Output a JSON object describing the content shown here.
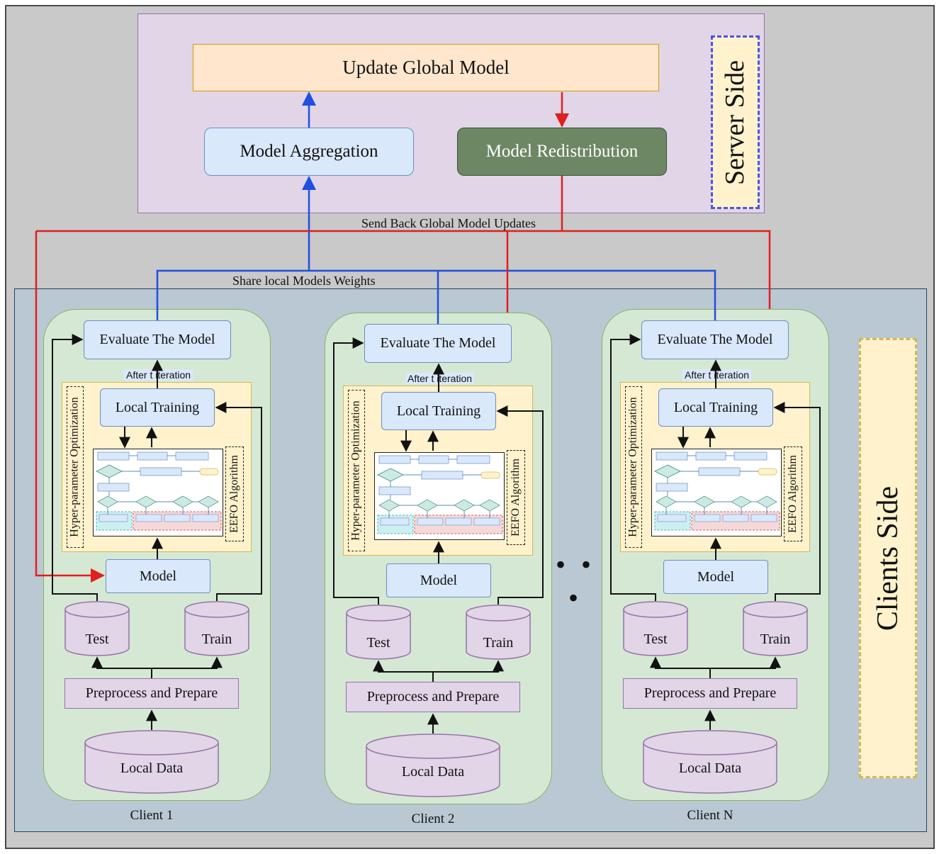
{
  "server": {
    "update_global_model": "Update Global Model",
    "model_aggregation": "Model Aggregation",
    "model_redistribution": "Model Redistribution",
    "side_label": "Server Side"
  },
  "edges": {
    "send_back": "Send Back Global Model Updates",
    "share_weights": "Share local Models Weights"
  },
  "clients_side_label": "Clients Side",
  "ellipsis": "• • •",
  "clients": [
    {
      "name": "Client 1",
      "evaluate": "Evaluate The Model",
      "after_iteration": "After t iteration",
      "local_training": "Local Training",
      "hpo_label": "Hyper-parameter Optimization",
      "eefo_label": "EEFO Algorithm",
      "model": "Model",
      "test": "Test",
      "train": "Train",
      "preprocess": "Preprocess and Prepare",
      "local_data": "Local Data"
    },
    {
      "name": "Client 2",
      "evaluate": "Evaluate The Model",
      "after_iteration": "After t iteration",
      "local_training": "Local Training",
      "hpo_label": "Hyper-parameter Optimization",
      "eefo_label": "EEFO Algorithm",
      "model": "Model",
      "test": "Test",
      "train": "Train",
      "preprocess": "Preprocess and Prepare",
      "local_data": "Local Data"
    },
    {
      "name": "Client N",
      "evaluate": "Evaluate The Model",
      "after_iteration": "After t iteration",
      "local_training": "Local Training",
      "hpo_label": "Hyper-parameter Optimization",
      "eefo_label": "EEFO Algorithm",
      "model": "Model",
      "test": "Test",
      "train": "Train",
      "preprocess": "Preprocess and Prepare",
      "local_data": "Local Data"
    }
  ],
  "colors": {
    "weights_arrow": "#1f4fe0",
    "updates_arrow": "#e01f1f"
  }
}
